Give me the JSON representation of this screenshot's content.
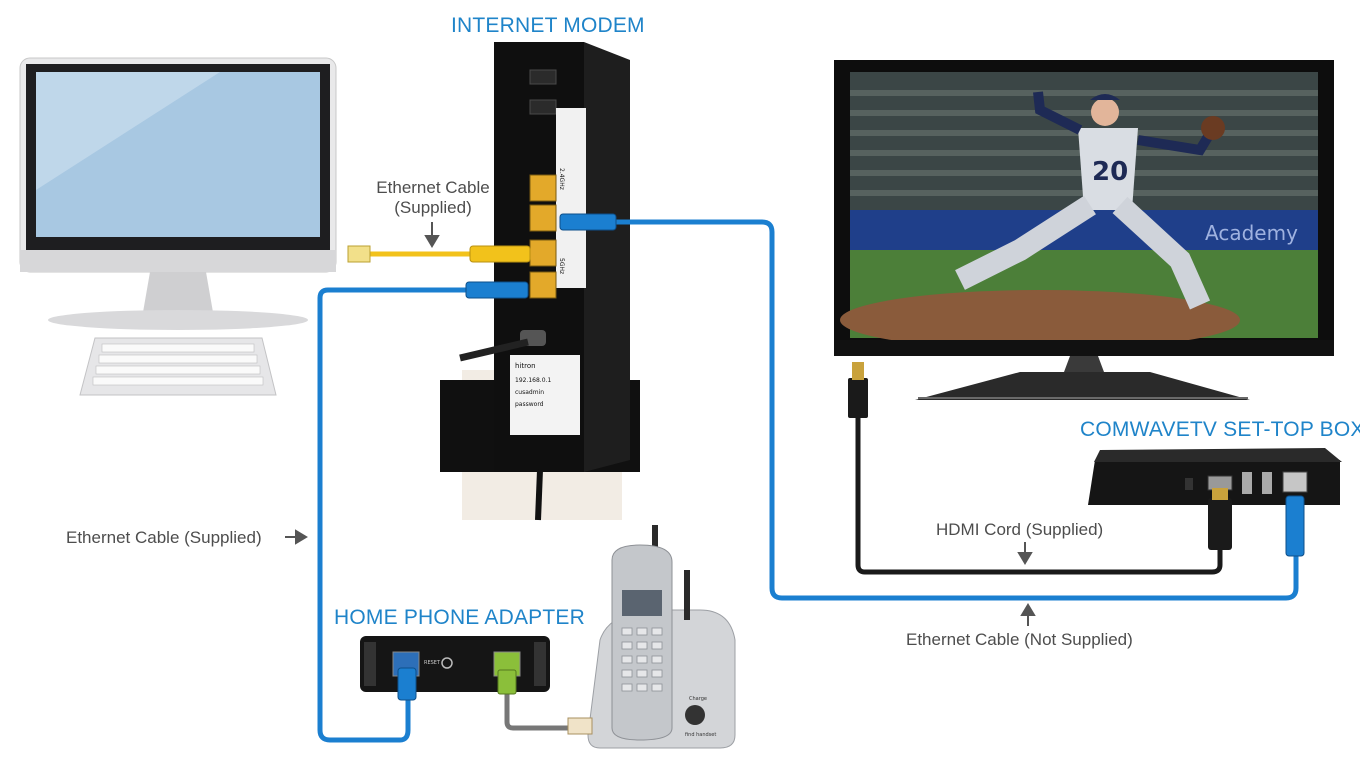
{
  "titles": {
    "modem": "INTERNET MODEM",
    "settop": "COMWAVETV SET-TOP BOX",
    "phone_adapter": "HOME PHONE ADAPTER"
  },
  "captions": {
    "modem_ethernet_line1": "Ethernet Cable",
    "modem_ethernet_line2": "(Supplied)",
    "left_ethernet": "Ethernet Cable (Supplied)",
    "hdmi": "HDMI Cord (Supplied)",
    "ethernet_not_supplied": "Ethernet Cable (Not Supplied)"
  },
  "tv_screen": {
    "jersey_number": "20",
    "banner_text": "Academy"
  },
  "modem_label": {
    "brand": "hitron",
    "ip": "192.168.0.1",
    "user": "cusadmin",
    "password": "password",
    "wifi_24": "2.4GHz",
    "wifi_5": "5GHz"
  },
  "phone_adapter_label": {
    "reset": "RESET"
  },
  "phone_label": {
    "charge": "Charge",
    "find": "find handset"
  },
  "colors": {
    "title_blue": "#1f84c9",
    "ethernet_blue": "#1b7fd0",
    "ethernet_yellow": "#f2c21b",
    "hdmi_black": "#1a1a1a",
    "phone_cord_gray": "#777777"
  }
}
